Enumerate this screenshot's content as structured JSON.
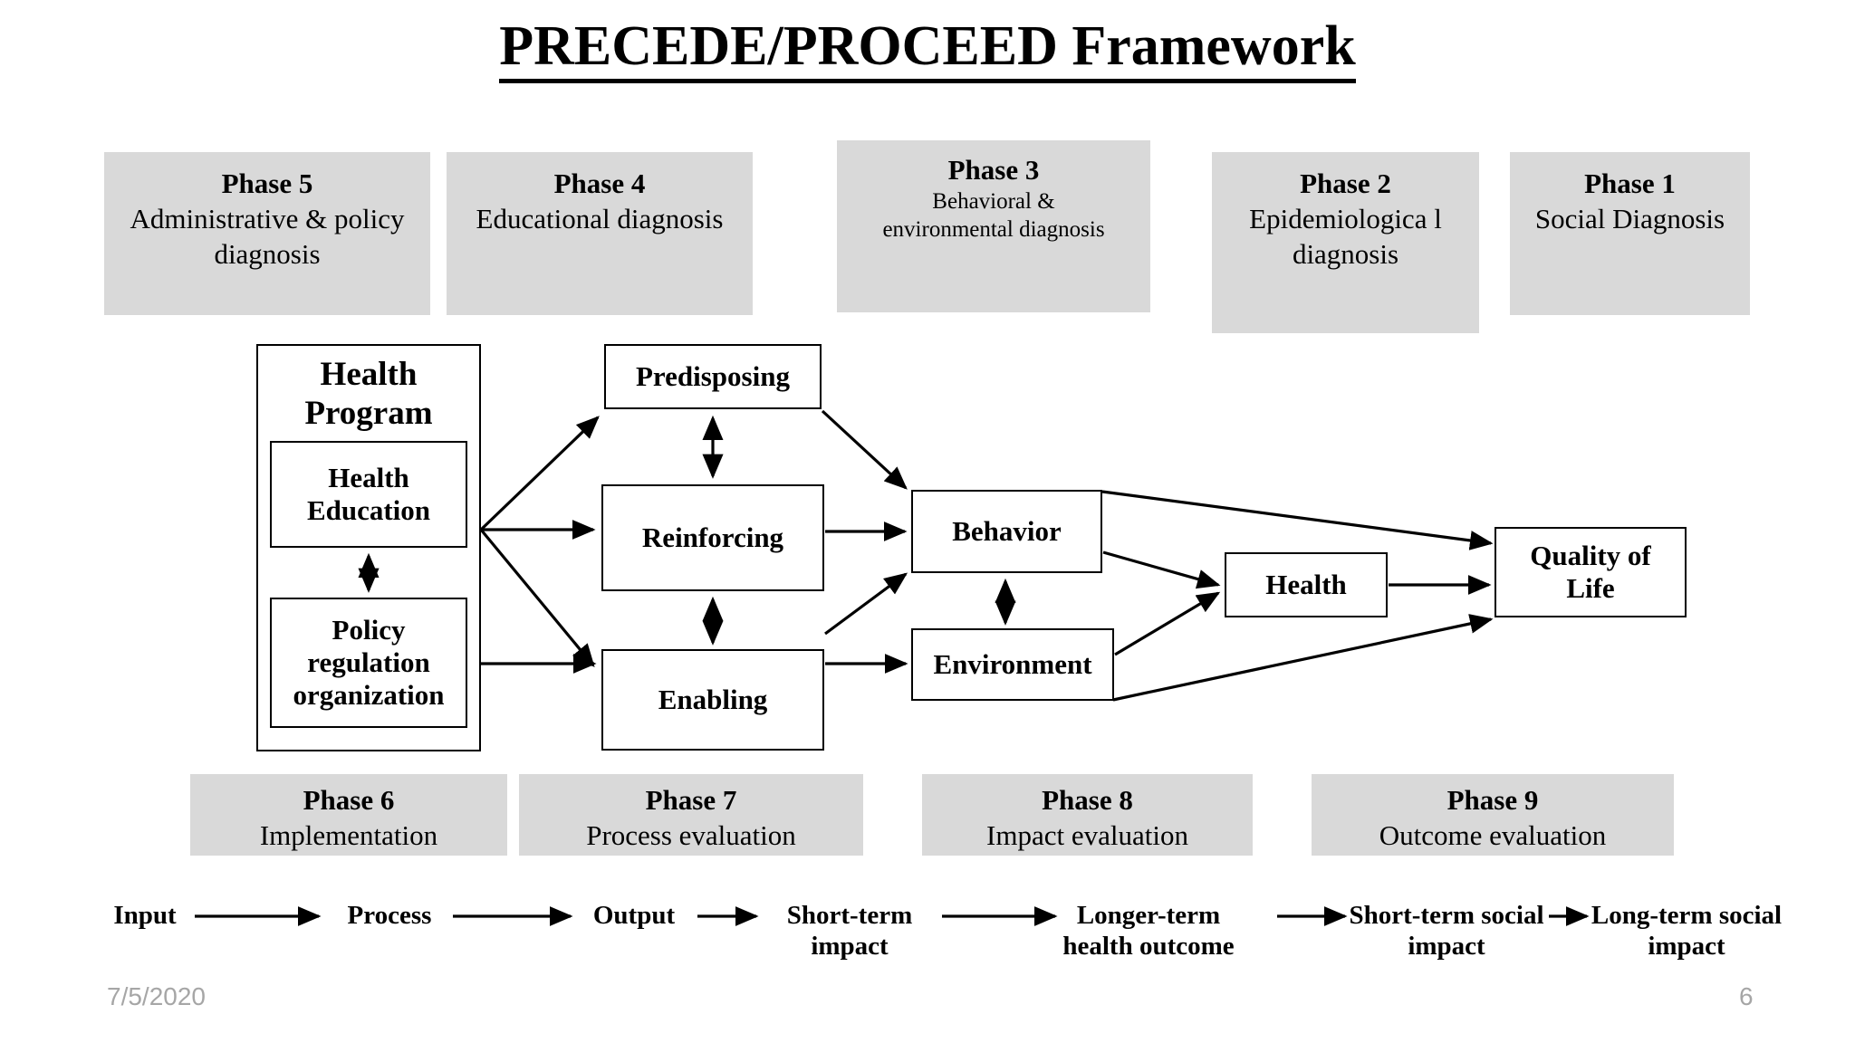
{
  "title": "PRECEDE/PROCEED Framework",
  "top_phases": [
    {
      "id": "phase-5",
      "title": "Phase 5",
      "body": "Administrative & policy diagnosis"
    },
    {
      "id": "phase-4",
      "title": "Phase 4",
      "body": "Educational diagnosis"
    },
    {
      "id": "phase-3",
      "title": "Phase 3",
      "body": "Behavioral & environmental diagnosis"
    },
    {
      "id": "phase-2",
      "title": "Phase 2",
      "body": "Epidemiologica l diagnosis"
    },
    {
      "id": "phase-1",
      "title": "Phase 1",
      "body": "Social Diagnosis"
    }
  ],
  "bottom_phases": [
    {
      "id": "phase-6",
      "title": "Phase 6",
      "body": "Implementation"
    },
    {
      "id": "phase-7",
      "title": "Phase 7",
      "body": "Process evaluation"
    },
    {
      "id": "phase-8",
      "title": "Phase 8",
      "body": "Impact evaluation"
    },
    {
      "id": "phase-9",
      "title": "Phase 9",
      "body": "Outcome evaluation"
    }
  ],
  "diagram": {
    "health_program": "Health Program",
    "health_education": "Health Education",
    "policy": "Policy regulation organization",
    "predisposing": "Predisposing",
    "reinforcing": "Reinforcing",
    "enabling": "Enabling",
    "behavior": "Behavior",
    "environment": "Environment",
    "health": "Health",
    "quality_of_life": "Quality of Life"
  },
  "flow": [
    {
      "id": "flow-input",
      "label": "Input"
    },
    {
      "id": "flow-process",
      "label": "Process"
    },
    {
      "id": "flow-output",
      "label": "Output"
    },
    {
      "id": "flow-short-term-impact",
      "label": "Short-term impact"
    },
    {
      "id": "flow-longer-term-health-outcome",
      "label": "Longer-term health outcome"
    },
    {
      "id": "flow-short-term-social-impact",
      "label": "Short-term social  impact"
    },
    {
      "id": "flow-long-term-social-impact",
      "label": "Long-term social  impact"
    }
  ],
  "footer": {
    "date": "7/5/2020",
    "page_number": "6"
  },
  "colors": {
    "phase_fill": "#d9d9d9",
    "stroke": "#000000",
    "footer_text": "#a6a6a6",
    "background": "#ffffff"
  }
}
